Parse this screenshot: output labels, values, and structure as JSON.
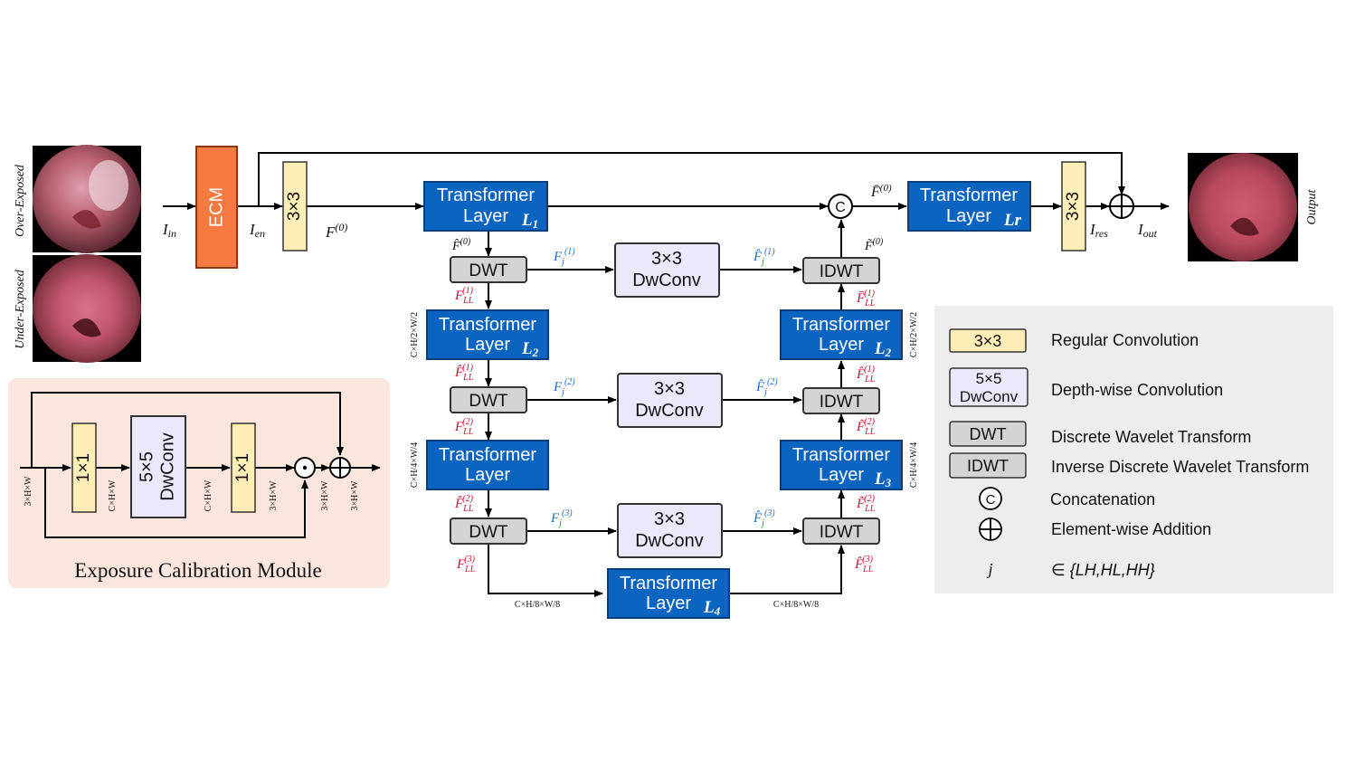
{
  "inputs": {
    "over_label": "Over-Exposed",
    "under_label": "Under-Exposed",
    "output_label": "Output"
  },
  "main": {
    "ecm": "ECM",
    "conv3": "3×3",
    "tl_text_1": "Transformer",
    "tl_text_2": "Layer",
    "tl_sub_1": "L",
    "tl_sub_1_idx": "1",
    "tl_sub_2": "L",
    "tl_sub_2_idx": "2",
    "tl_sub_3": "L",
    "tl_sub_3_idx": "3",
    "tl_sub_4": "L",
    "tl_sub_4_idx": "4",
    "tl_sub_r": "Lr",
    "dwt": "DWT",
    "idwt": "IDWT",
    "dwconv_1": "3×3",
    "dwconv_2": "DwConv"
  },
  "symbols": {
    "I_in": "I",
    "I_in_sub": "in",
    "I_en": "I",
    "I_en_sub": "en",
    "I_res": "I",
    "I_res_sub": "res",
    "I_out": "I",
    "I_out_sub": "out",
    "F0": "F",
    "F0_sup": "(0)",
    "Fhat0": "F̂",
    "Fhat0_sup": "(0)",
    "Fbar0": "F̄",
    "Fbar0_sup": "(0)",
    "Ftilde0": "F̃",
    "Ftilde0_sup": "(0)",
    "FLL1": "F",
    "FLL1_sub": "LL",
    "FLL1_sup": "(1)",
    "FhatLL1": "F̂",
    "FhatLL1_sub": "LL",
    "FhatLL1_sup": "(1)",
    "FLL2": "F",
    "FLL2_sub": "LL",
    "FLL2_sup": "(2)",
    "FhatLL2": "F̂",
    "FhatLL2_sub": "LL",
    "FhatLL2_sup": "(2)",
    "FLL3": "F",
    "FLL3_sub": "LL",
    "FLL3_sup": "(3)",
    "FhatLL3_r": "F̂",
    "FhatLL3_r_sub": "LL",
    "FhatLL3_r_sup": "(3)",
    "FtildeLL2": "F̃",
    "FtildeLL2_sub": "LL",
    "FtildeLL2_sup": "(2)",
    "FhatLL2_r": "F̂",
    "FhatLL2_r_sub": "LL",
    "FhatLL2_r_sup": "(2)",
    "FhatLL1_r": "F̂",
    "FhatLL1_r_sub": "LL",
    "FhatLL1_r_sup": "(1)",
    "FbarLL1": "F̄",
    "FbarLL1_sub": "LL",
    "FbarLL1_sup": "(1)",
    "FtildeLL3": "F̃",
    "FtildeLL3_sub": "LL",
    "FtildeLL3_sup": "(2)",
    "Fj1": "F",
    "Fj1_sub": "j",
    "Fj1_sup": "(1)",
    "Fhatj1": "F̂",
    "Fhatj1_sub": "j",
    "Fhatj1_sup": "(1)",
    "Fj2": "F",
    "Fj2_sub": "j",
    "Fj2_sup": "(2)",
    "Fhatj2": "F̂",
    "Fhatj2_sub": "j",
    "Fhatj2_sup": "(2)",
    "Fj3": "F",
    "Fj3_sub": "j",
    "Fj3_sup": "(3)",
    "Fhatj3": "F̂",
    "Fhatj3_sub": "j",
    "Fhatj3_sup": "(3)"
  },
  "dims": {
    "d_h2_left": "C×H/2×W/2",
    "d_h4_left": "C×H/4×W/4",
    "d_h2_right": "C×H/2×W/2",
    "d_h4_right": "C×H/4×W/4",
    "d_h8_left": "C×H/8×W/8",
    "d_h8_right": "C×H/8×W/8"
  },
  "ecm_module": {
    "title": "Exposure Calibration Module",
    "conv1": "1×1",
    "dw5_1": "5×5",
    "dw5_2": "DwConv",
    "dim_in": "3×H×W",
    "dim_a": "C×H×W",
    "dim_b": "C×H×W",
    "dim_c": "3×H×W",
    "dim_d": "3×H×W",
    "dim_e": "3×H×W"
  },
  "legend": {
    "items": [
      {
        "symbol": "3×3",
        "label": "Regular Convolution"
      },
      {
        "symbol": "5×5 DwConv",
        "symbol_1": "5×5",
        "symbol_2": "DwConv",
        "label": "Depth-wise Convolution"
      },
      {
        "symbol": "DWT",
        "label": "Discrete Wavelet Transform"
      },
      {
        "symbol": "IDWT",
        "label": "Inverse Discrete Wavelet Transform"
      },
      {
        "symbol": "C",
        "label": "Concatenation"
      },
      {
        "symbol": "⊕",
        "label": "Element-wise Addition"
      },
      {
        "symbol": "j",
        "label": "∈ {LH,HL,HH}"
      }
    ]
  },
  "colors": {
    "blue": "#0a64c0",
    "blue_dark": "#083f7a",
    "orange": "#f47a40",
    "yellow": "#fdeeb8",
    "gray_box": "#d4d4d4",
    "lavender": "#ece8fb",
    "pink_panel": "#fbe6dd",
    "legend_panel": "#ededed",
    "red_sym": "#c8102e",
    "blue_sym": "#1f6fc0"
  }
}
